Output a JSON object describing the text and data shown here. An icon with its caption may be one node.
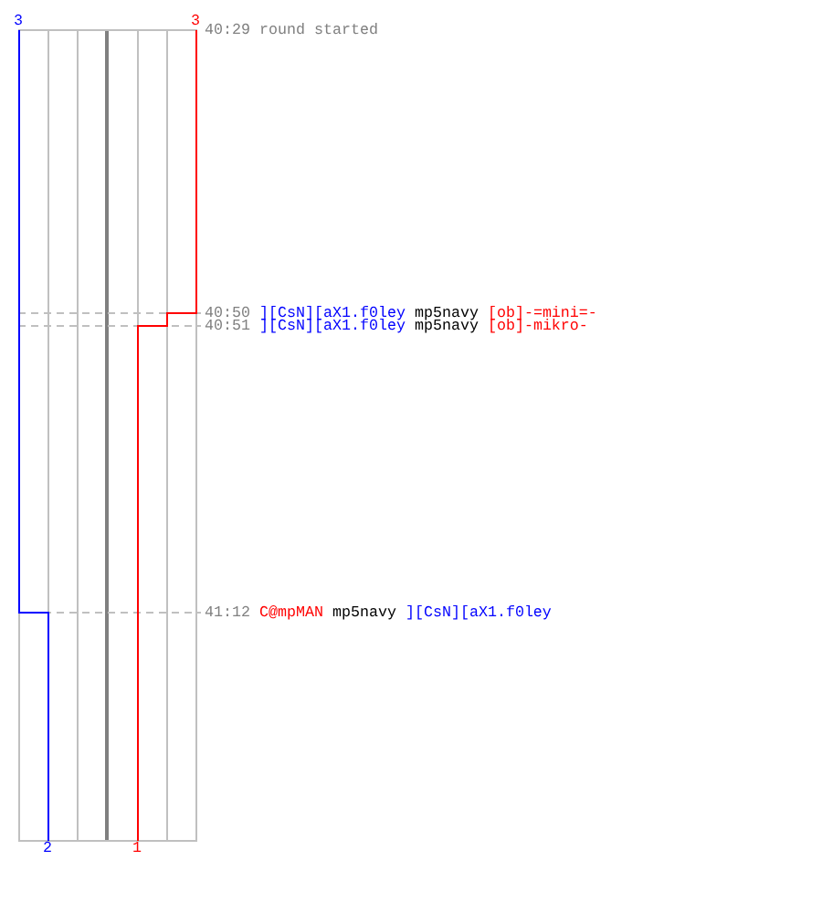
{
  "diagram": {
    "labels": [
      "3",
      "3",
      "40:29 round started",
      "40:50",
      "][CsN][aX1.f0ley",
      "mp5navy",
      "[ob]-=mini=-",
      "40:51",
      "][CsN][aX1.f0ley",
      "mp5navy",
      "[ob]-mikro-",
      "41:12",
      "C@mpMAN",
      "mp5navy",
      "][CsN][aX1.f0ley",
      "2",
      "1"
    ]
  }
}
